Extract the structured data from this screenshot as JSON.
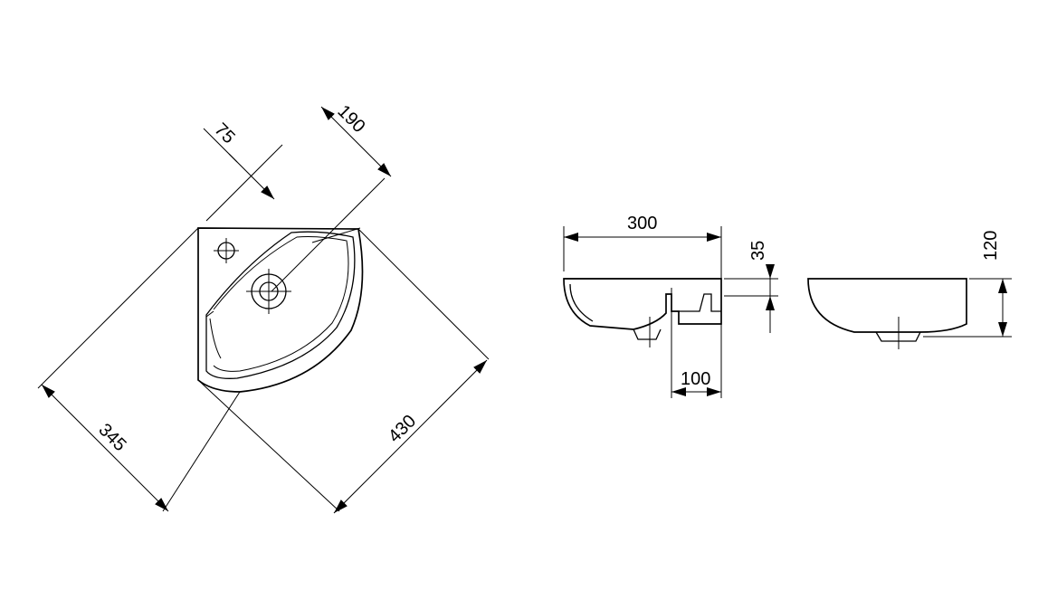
{
  "dimensions": {
    "top_view": {
      "tap_offset": "75",
      "front_depth": "190",
      "side_length": "345",
      "diagonal_width": "430"
    },
    "front_view": {
      "width": "300",
      "drain_offset": "100"
    },
    "side_view": {
      "rim_height": "35",
      "height": "120"
    }
  }
}
